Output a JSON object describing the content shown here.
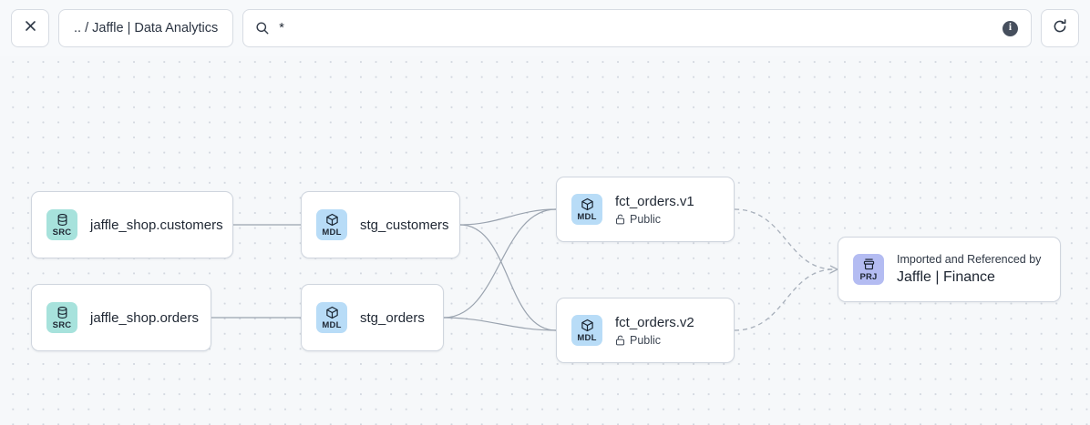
{
  "toolbar": {
    "close_label": "close-icon",
    "breadcrumb": ".. / Jaffle | Data Analytics",
    "search_value": "*",
    "search_placeholder": "Search",
    "search_icon": "search-icon",
    "info_label": "i",
    "refresh_label": "refresh-icon"
  },
  "graph": {
    "nodes": [
      {
        "id": "src-customers",
        "kind": "SRC",
        "icon": "database-icon",
        "title": "jaffle_shop.customers"
      },
      {
        "id": "src-orders",
        "kind": "SRC",
        "icon": "database-icon",
        "title": "jaffle_shop.orders"
      },
      {
        "id": "stg-customers",
        "kind": "MDL",
        "icon": "cube-icon",
        "title": "stg_customers"
      },
      {
        "id": "stg-orders",
        "kind": "MDL",
        "icon": "cube-icon",
        "title": "stg_orders"
      },
      {
        "id": "fct-orders-v1",
        "kind": "MDL",
        "icon": "cube-icon",
        "title": "fct_orders.v1",
        "access": "Public",
        "access_icon": "unlock-icon"
      },
      {
        "id": "fct-orders-v2",
        "kind": "MDL",
        "icon": "cube-icon",
        "title": "fct_orders.v2",
        "access": "Public",
        "access_icon": "unlock-icon"
      },
      {
        "id": "project",
        "kind": "PRJ",
        "icon": "project-box-icon",
        "overline": "Imported and Referenced by",
        "title": "Jaffle | Finance"
      }
    ]
  },
  "colors": {
    "src_badge": "#a7e2dc",
    "mdl_badge": "#b8dcf7",
    "prj_badge": "#b4bcf2",
    "canvas": "#f6f8fa",
    "edge": "#9aa3af",
    "node_border": "#cfd5de"
  }
}
